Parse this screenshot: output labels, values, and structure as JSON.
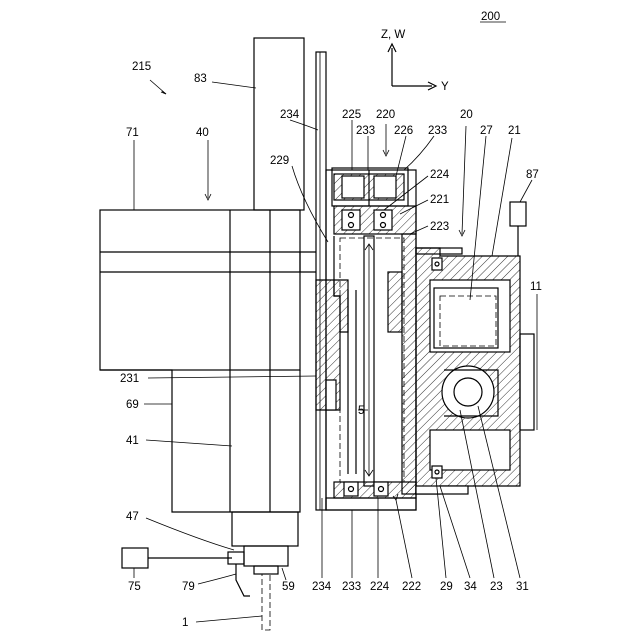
{
  "figure_number": "200",
  "axes": {
    "vertical": "Z, W",
    "horizontal": "Y"
  },
  "labels": {
    "l215": "215",
    "l83": "83",
    "l71": "71",
    "l40": "40",
    "l234t": "234",
    "l225": "225",
    "l220": "220",
    "l20": "20",
    "l27": "27",
    "l21": "21",
    "l233t1": "233",
    "l226": "226",
    "l233t2": "233",
    "l229": "229",
    "l224t": "224",
    "l221": "221",
    "l223": "223",
    "l87": "87",
    "l11": "11",
    "l231": "231",
    "l69": "69",
    "l41": "41",
    "l5": "5",
    "l47": "47",
    "l75": "75",
    "l79": "79",
    "l59": "59",
    "l1": "1",
    "l234b": "234",
    "l233b": "233",
    "l224b": "224",
    "l222": "222",
    "l29": "29",
    "l34": "34",
    "l23": "23",
    "l31": "31"
  }
}
